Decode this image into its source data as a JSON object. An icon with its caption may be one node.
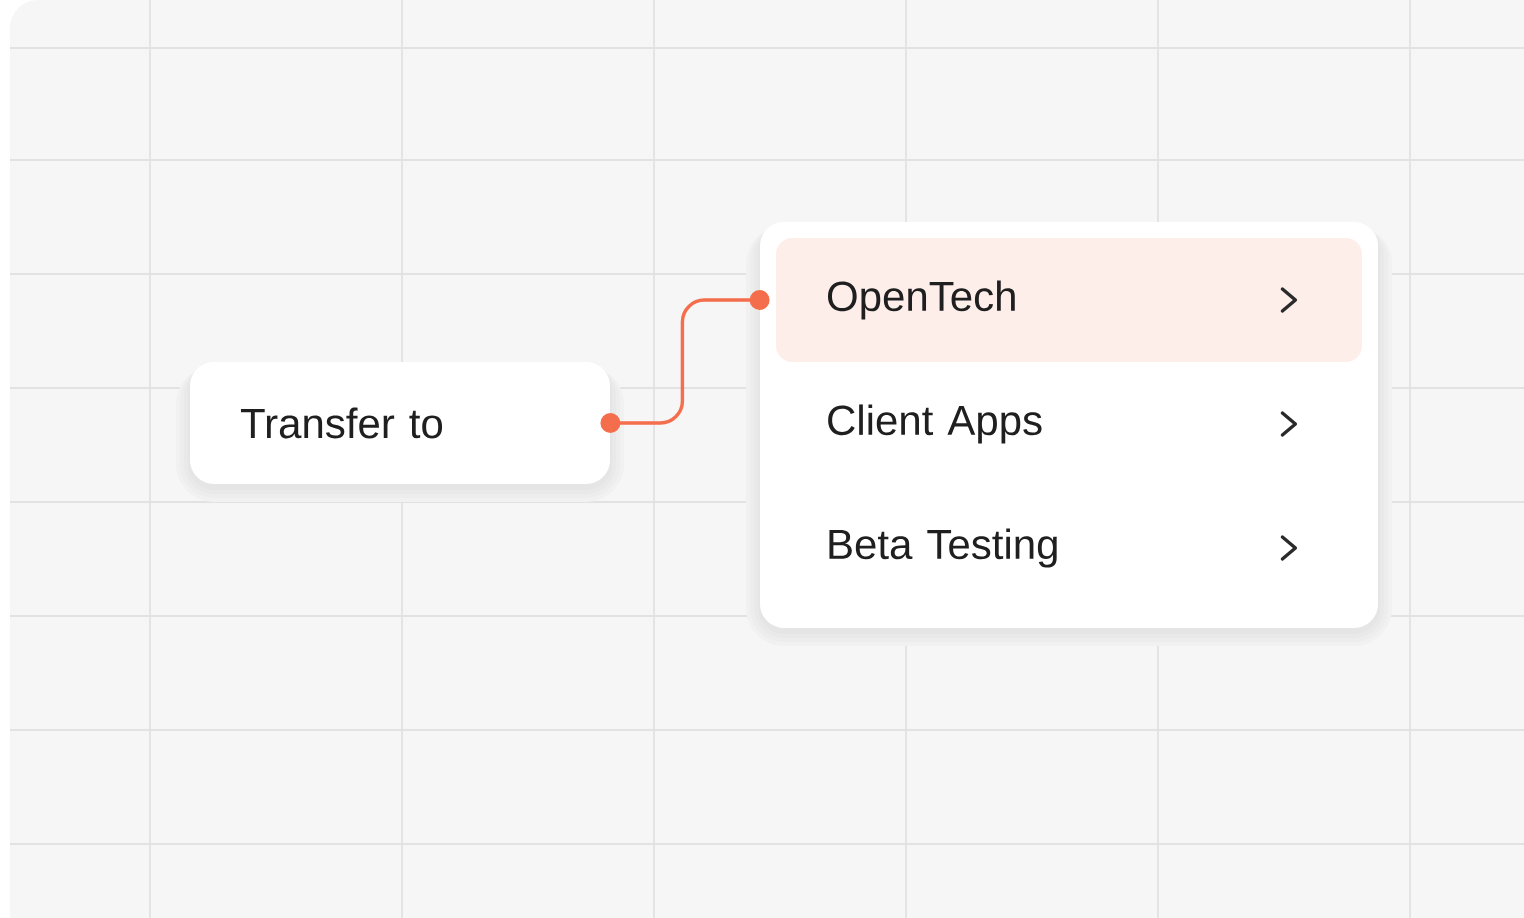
{
  "diagram": {
    "nodes": [
      {
        "text": [
          "Transfer to"
        ]
      },
      {
        "text": [],
        "shape": "box"
      },
      {
        "text": [
          "OpenTech"
        ],
        "in": 1
      },
      {
        "text": [
          "Client Apps"
        ],
        "in": 1
      },
      {
        "text": [
          "Beta Testing"
        ],
        "in": 1
      }
    ],
    "edges": [
      {
        "from": 0,
        "to": 2,
        "arrow": "other",
        "color": "#f46d4c"
      }
    ]
  }
}
